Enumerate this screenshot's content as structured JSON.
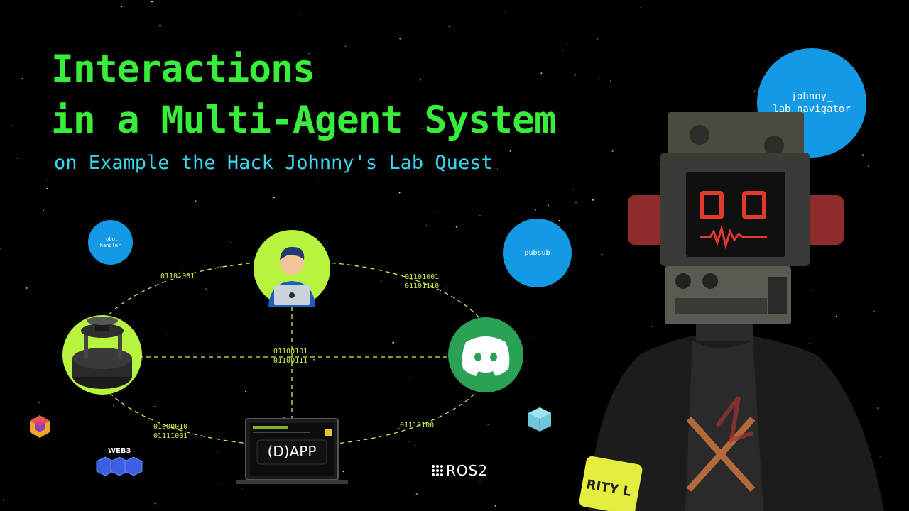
{
  "title_line1": "Interactions",
  "title_line2": "in a Multi-Agent System",
  "subtitle": "on Example the Hack Johnny's Lab Quest",
  "bubbles": {
    "johnny": "johnny_\nlab_navigator",
    "robot": "robot\nhandler",
    "pubsub": "pubsub"
  },
  "nodes": {
    "user": "user-avatar-icon",
    "robot": "turtlebot-robot-icon",
    "discord": "discord-icon",
    "dapp": "(D)APP"
  },
  "binaries": {
    "left_top": "01101001",
    "right_top_1": "01101001",
    "right_top_2": "01101110",
    "center_1": "01100101",
    "center_2": "01100111",
    "left_bottom_1": "01000010",
    "left_bottom_2": "01111001",
    "right_bottom": "01110100"
  },
  "logos": {
    "ros": "ROS2",
    "web3": "WEB3"
  },
  "colors": {
    "title": "#39ee3a",
    "subtitle": "#3ad7ee",
    "bubble": "#1499e4",
    "node_lime": "#b8f33e",
    "discord_green": "#2aa155",
    "dashed_line": "#cdf24a"
  }
}
